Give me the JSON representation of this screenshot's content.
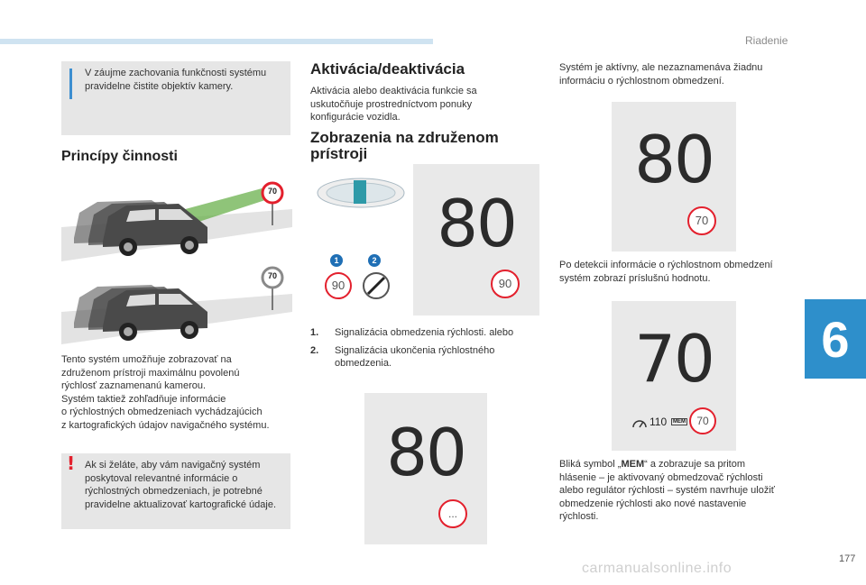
{
  "header": {
    "chapter": "Riadenie"
  },
  "chapter_tab": "6",
  "page_number": "177",
  "watermark": "carmanualsonline.info",
  "note_clean": "V záujme zachovania funkčnosti systému pravidelne čistite objektív kamery.",
  "section_principles": {
    "title": "Princípy činnosti",
    "sign_values": [
      "70",
      "70"
    ],
    "text_lines": [
      "Tento systém umožňuje zobrazovať na",
      "združenom prístroji maximálnu povolenú",
      "rýchlosť zaznamenanú kamerou.",
      "Systém taktiež zohľadňuje informácie",
      "o rýchlostných obmedzeniach vychádzajúcich",
      "z kartografických údajov navigačného systému."
    ]
  },
  "note_warning": {
    "symbol": "!",
    "text": "Ak si želáte, aby vám navigačný systém poskytoval relevantné informácie o rýchlostných obmedzeniach, je potrebné pravidelne aktualizovať kartografické údaje."
  },
  "section_activation": {
    "title": "Aktivácia/deaktivácia",
    "text": "Aktivácia alebo deaktivácia funkcie sa uskutočňuje prostredníctvom ponuky konfigurácie vozidla."
  },
  "section_display": {
    "title_line1": "Zobrazenia na združenom",
    "title_line2": "prístroji",
    "fig_main": {
      "speed": "80",
      "sign": "90"
    },
    "fig_markers": {
      "m1": "1",
      "m2": "2",
      "sign1": "90"
    },
    "list": [
      {
        "num": "1.",
        "text": "Signalizácia obmedzenia rýchlosti. alebo"
      },
      {
        "num": "2.",
        "text": "Signalizácia ukončenia rýchlostného obmedzenia."
      }
    ],
    "fig_bottom": {
      "speed": "80",
      "sign": "..."
    }
  },
  "right_col": {
    "text_active": "Systém je aktívny, ale nezaznamenáva žiadnu informáciu o rýchlostnom obmedzení.",
    "fig1": {
      "speed": "80",
      "sign": "70"
    },
    "text_detect": "Po detekcii informácie o rýchlostnom obmedzení systém zobrazí príslušnú hodnotu.",
    "fig2": {
      "speed": "70",
      "mem_value": "110",
      "mem_label": "MEM",
      "sign": "70"
    },
    "text_mem_before": "Bliká symbol „",
    "text_mem_word": "MEM",
    "text_mem_after": "“ a zobrazuje sa pritom hlásenie – je aktivovaný obmedzovač rýchlosti alebo regulátor rýchlosti – systém navrhuje uložiť obmedzenie rýchlosti ako nové nastavenie rýchlosti."
  },
  "colors": {
    "accent_blue": "#2e8fcb",
    "sign_red": "#e3202d",
    "marker_blue": "#1f6fb5",
    "panel_gray": "#e9e9e9",
    "beam_green": "#6ab04c"
  }
}
